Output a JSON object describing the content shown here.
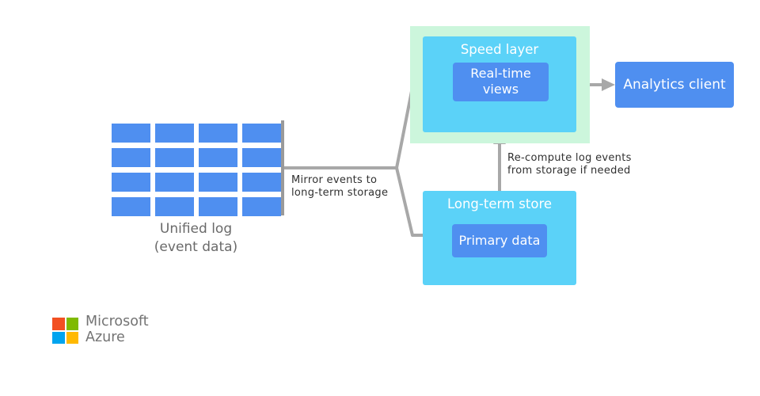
{
  "unified_log": {
    "label_line1": "Unified log",
    "label_line2": "(event data)",
    "rows": 4,
    "columns": 4
  },
  "mirror_note": {
    "line1": "Mirror events to",
    "line2": "long-term storage"
  },
  "speed_layer": {
    "title": "Speed layer",
    "inner_line1": "Real-time",
    "inner_line2": "views"
  },
  "analytics_client": {
    "label": "Analytics client"
  },
  "recompute_note": {
    "line1": "Re-compute log events",
    "line2": "from storage if needed"
  },
  "longterm_store": {
    "title": "Long-term store",
    "inner_label": "Primary data"
  },
  "brand": {
    "line1": "Microsoft",
    "line2": "Azure",
    "colors": [
      "#f25022",
      "#7fba00",
      "#00a4ef",
      "#ffb900"
    ]
  },
  "colors": {
    "blue_box": "#4f8ff0",
    "cyan_box": "#5bd2f8",
    "speed_glow": "#ccf6dc",
    "connector": "#a8a8a8"
  }
}
